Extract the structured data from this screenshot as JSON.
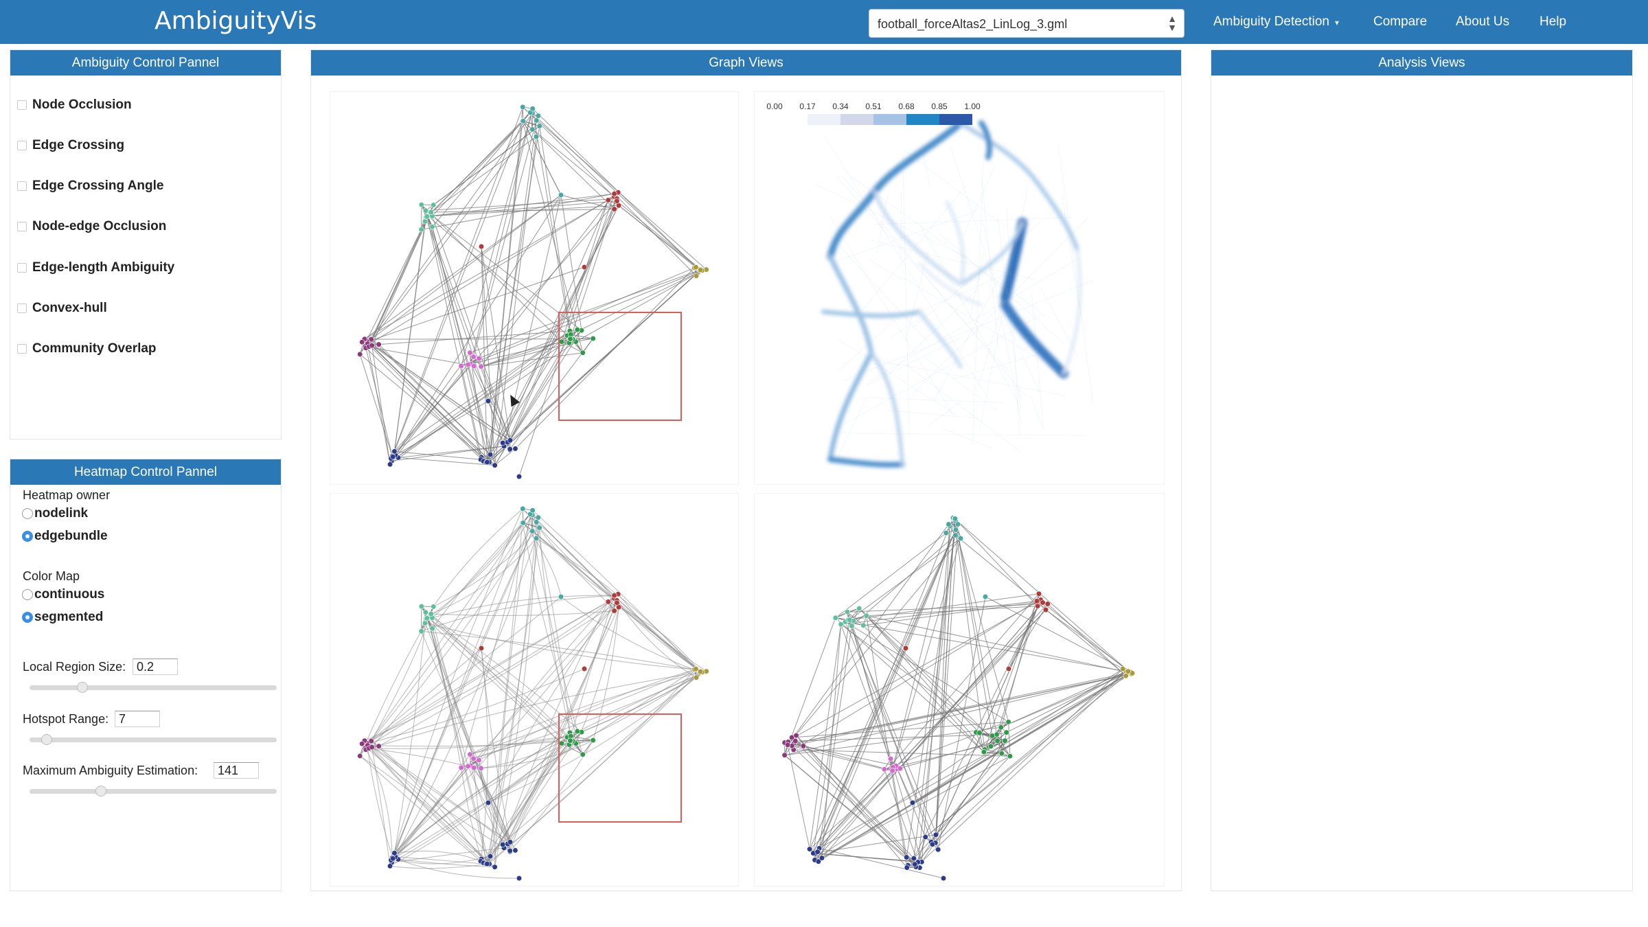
{
  "app": {
    "title": "AmbiguityVis",
    "file_value": "football_forceAltas2_LinLog_3.gml",
    "nav": {
      "ambiguity_detection": "Ambiguity Detection",
      "compare": "Compare",
      "about": "About Us",
      "help": "Help"
    }
  },
  "ambiguity_panel": {
    "title": "Ambiguity Control Pannel",
    "options": [
      {
        "label": "Node Occlusion",
        "checked": false
      },
      {
        "label": "Edge Crossing",
        "checked": false
      },
      {
        "label": "Edge Crossing Angle",
        "checked": false
      },
      {
        "label": "Node-edge Occlusion",
        "checked": false
      },
      {
        "label": "Edge-length Ambiguity",
        "checked": false
      },
      {
        "label": "Convex-hull",
        "checked": false
      },
      {
        "label": "Community Overlap",
        "checked": false
      }
    ]
  },
  "heatmap_panel": {
    "title": "Heatmap Control Pannel",
    "owner_label": "Heatmap owner",
    "owner_options": [
      "nodelink",
      "edgebundle"
    ],
    "owner_selected": "edgebundle",
    "colormap_label": "Color Map",
    "colormap_options": [
      "continuous",
      "segmented"
    ],
    "colormap_selected": "segmented",
    "local_region_label": "Local Region Size:",
    "local_region_value": "0.2",
    "hotspot_label": "Hotspot Range:",
    "hotspot_value": "7",
    "max_ambiguity_label": "Maximum Ambiguity Estimation:",
    "max_ambiguity_value": "141",
    "local_region_slider": 0.2,
    "hotspot_slider": 0.05,
    "max_ambiguity_slider": 0.28
  },
  "graph_views": {
    "title": "Graph Views",
    "legend_ticks": [
      "0.00",
      "0.17",
      "0.34",
      "0.51",
      "0.68",
      "0.85",
      "1.00"
    ],
    "legend_colors": [
      "#ffffff",
      "#eef1f8",
      "#d3d7ea",
      "#a6c3e6",
      "#4aa3d6",
      "#2186c4",
      "#2d5aa8"
    ]
  },
  "analysis_views": {
    "title": "Analysis Views"
  },
  "communities": [
    {
      "name": "teal",
      "color": "#4aa8a0"
    },
    {
      "name": "red",
      "color": "#b03b3b"
    },
    {
      "name": "olive",
      "color": "#a89a3a"
    },
    {
      "name": "mint",
      "color": "#5fbfa0"
    },
    {
      "name": "purple",
      "color": "#8a3a7a"
    },
    {
      "name": "pink",
      "color": "#d36ad0"
    },
    {
      "name": "green",
      "color": "#2f9a4a"
    },
    {
      "name": "navy",
      "color": "#2c3b8a"
    }
  ]
}
